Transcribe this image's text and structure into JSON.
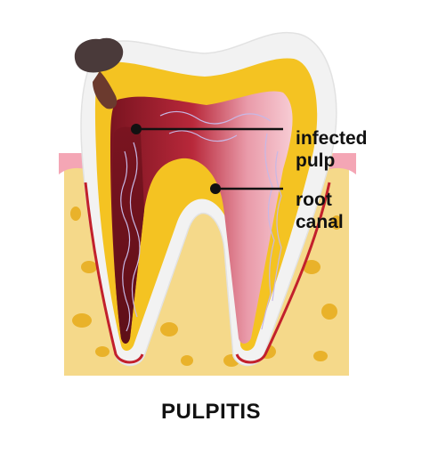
{
  "title": "PULPITIS",
  "labels": {
    "infected_pulp": "infected pulp",
    "root_canal": "root canal"
  },
  "colors": {
    "enamel": "#f2f2f2",
    "dentin": "#f4c322",
    "bone": "#f5d98a",
    "bone_spots": "#e9b22a",
    "gum": "#f4a6b5",
    "infected_pulp": "#7a1420",
    "healthy_pulp": "#f7c6cf",
    "decay": "#4a3a3a",
    "leader_line": "#111111"
  },
  "icons": {
    "decay": "cavity-decay-icon",
    "tooth": "molar-tooth-icon"
  }
}
